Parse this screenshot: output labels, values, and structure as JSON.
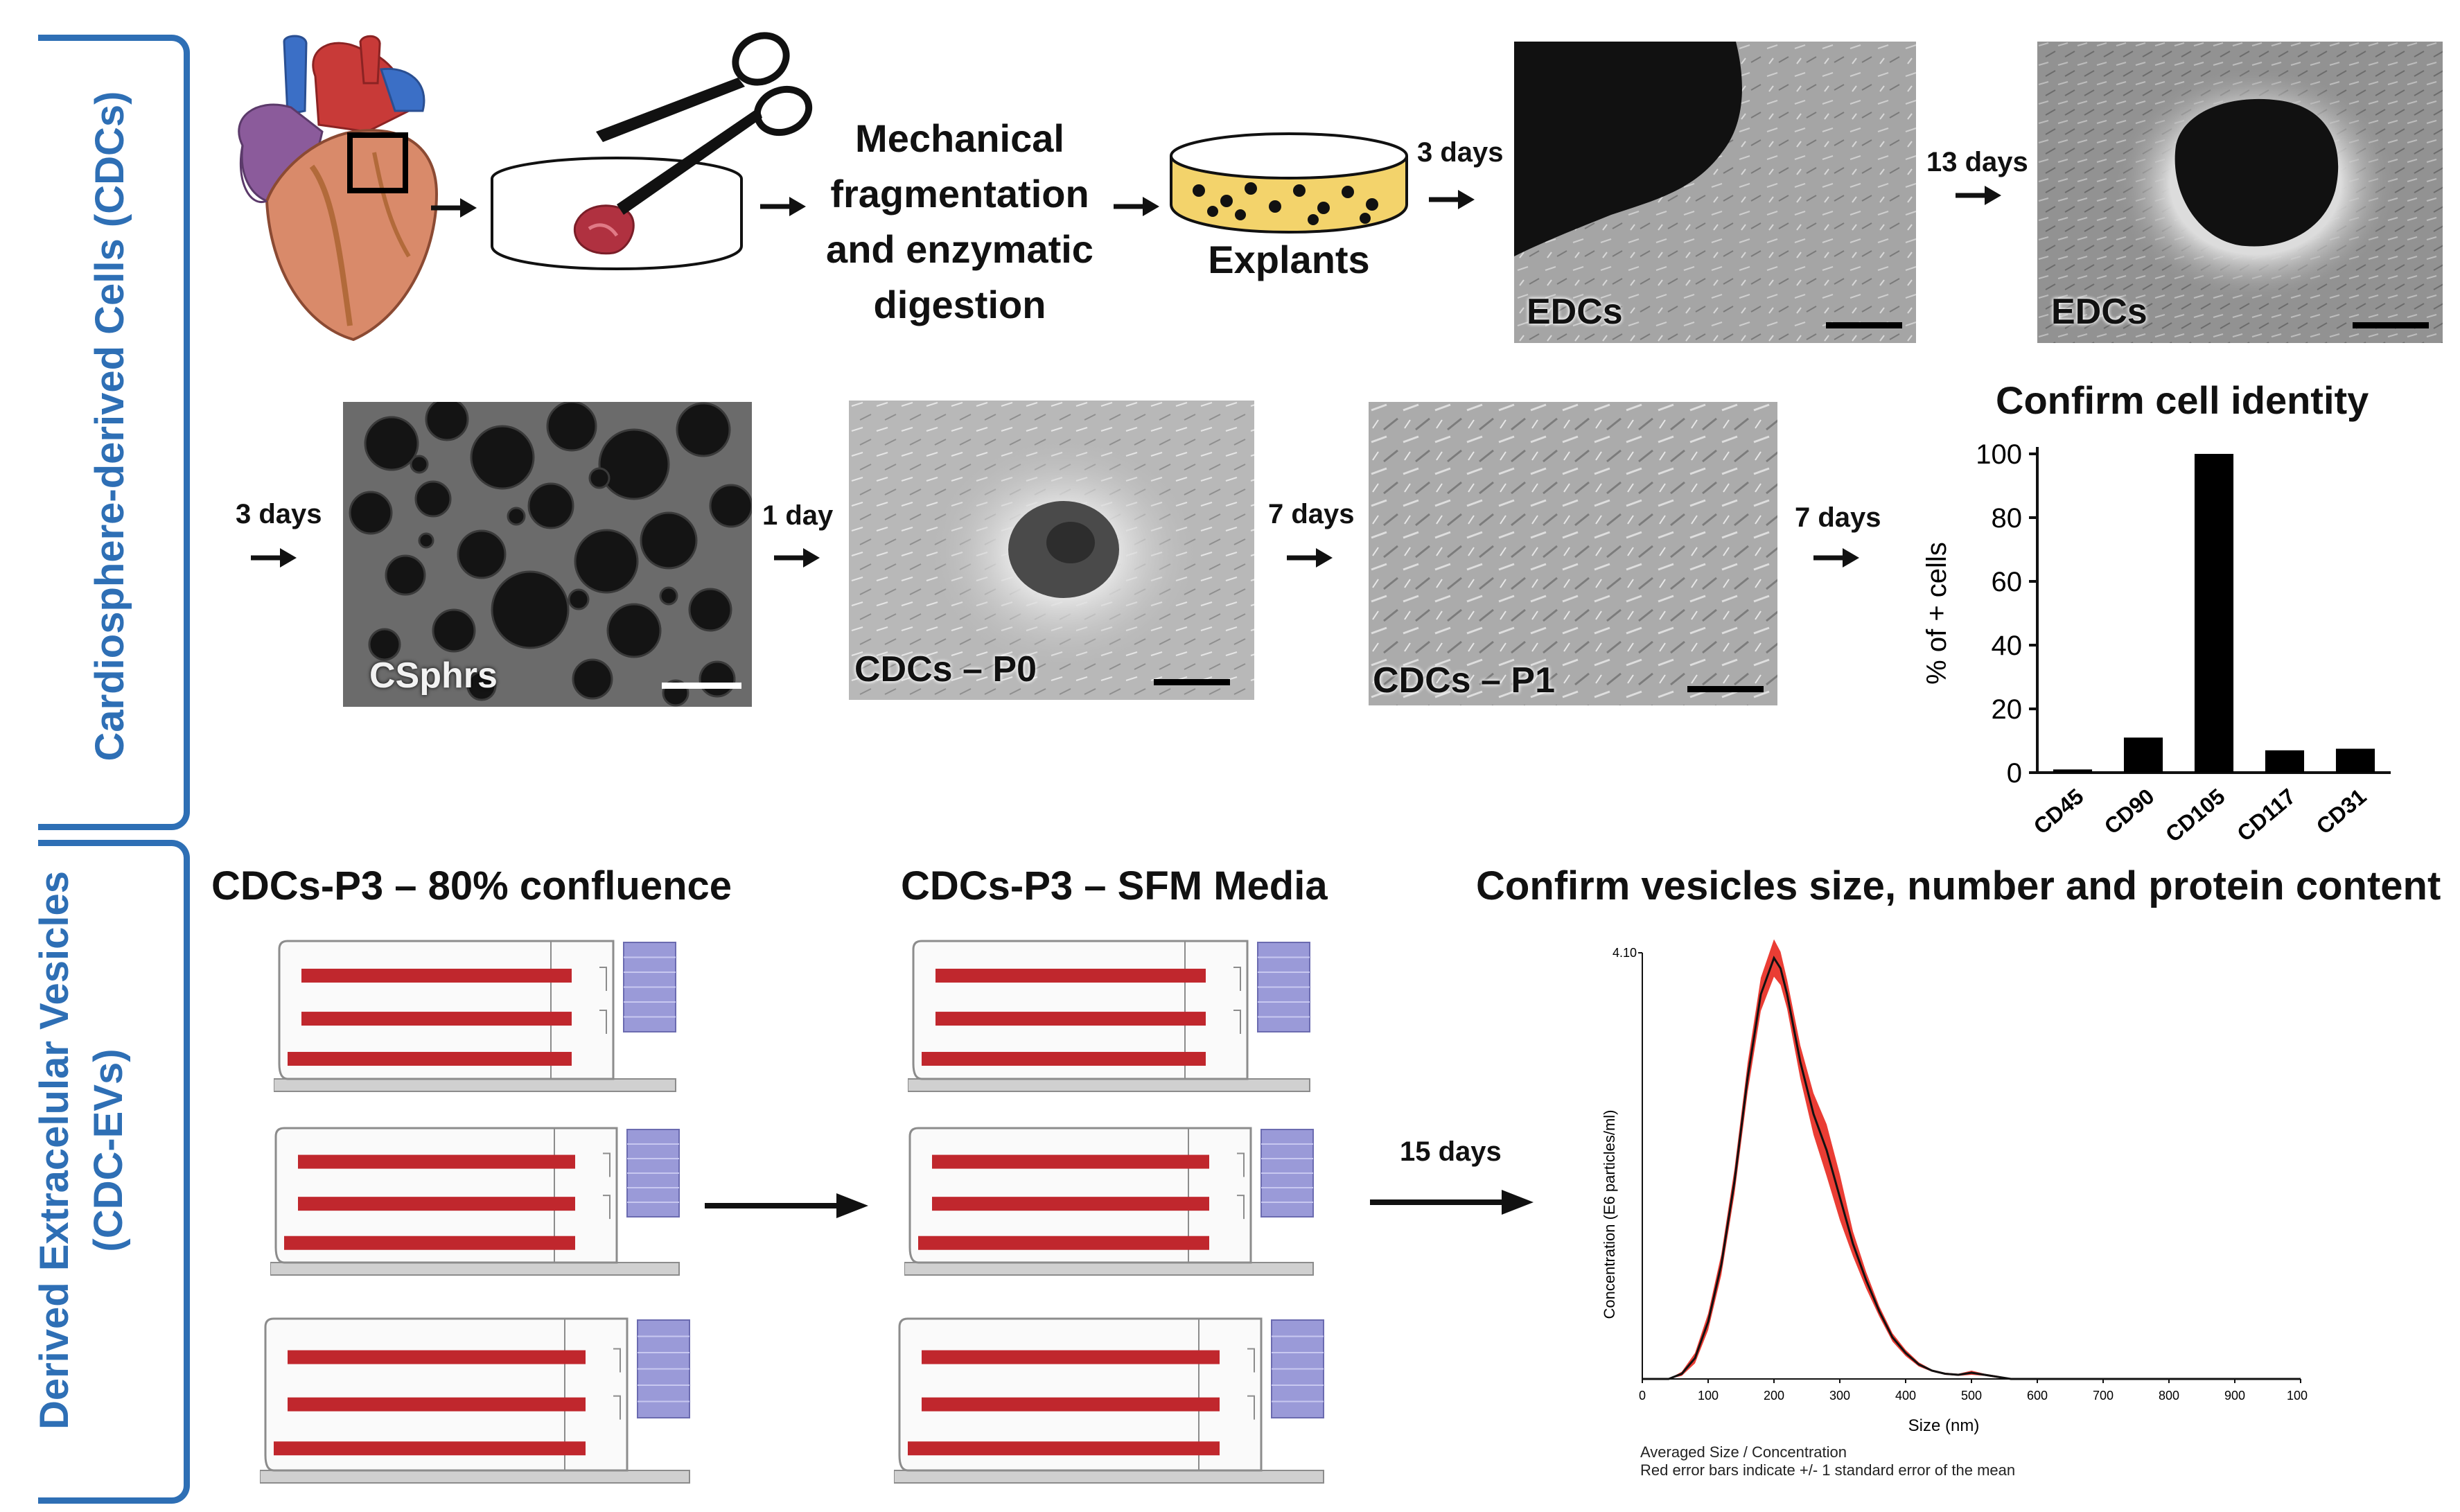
{
  "side_labels": {
    "top": "Cardiosphere-derived Cells (CDCs)",
    "bottom_line1": "Derived Extracelular Vesicles",
    "bottom_line2": "(CDC-EVs)"
  },
  "row1": {
    "step_text_lines": [
      "Mechanical",
      "fragmentation",
      "and enzymatic",
      "digestion"
    ],
    "explants_label": "Explants",
    "day_3": "3 days",
    "day_13": "13 days",
    "edc1_label": "EDCs",
    "edc2_label": "EDCs"
  },
  "row2": {
    "day_3": "3 days",
    "day_1": "1 day",
    "day_7a": "7 days",
    "day_7b": "7 days",
    "csphrs_label": "CSphrs",
    "p0_label": "CDCs – P0",
    "p1_label": "CDCs – P1"
  },
  "row3": {
    "title_left": "CDCs-P3 – 80% confluence",
    "title_mid": "CDCs-P3 – SFM Media",
    "title_right": "Confirm vesicles size, number and protein content",
    "day_15": "15 days"
  },
  "colors": {
    "accent_blue": "#2e6fb5",
    "flask_red": "#c0272d",
    "filter_purple": "#9a9ad8",
    "curve_red": "#e8281e"
  },
  "icons": {
    "heart": "heart-icon",
    "petri_dish": "petri-dish-icon",
    "scissors": "scissors-icon",
    "flask": "culture-flask-icon"
  },
  "chart_data": [
    {
      "type": "bar",
      "title": "Confirm cell identity",
      "ylabel": "% of + cells",
      "xlabel": "",
      "categories": [
        "CD45",
        "CD90",
        "CD105",
        "CD117",
        "CD31"
      ],
      "values": [
        1,
        11,
        100,
        7,
        7.5
      ],
      "ylim": [
        0,
        100
      ],
      "yticks": [
        0,
        20,
        40,
        60,
        80,
        100
      ],
      "grid": false,
      "bar_color": "#000000"
    },
    {
      "type": "line",
      "title": "",
      "xlabel": "Size (nm)",
      "ylabel": "Concentration (E6 particles/ml)",
      "xlim": [
        0,
        1000
      ],
      "ylim": [
        0,
        4.1
      ],
      "xticks": [
        0,
        100,
        200,
        300,
        400,
        500,
        600,
        700,
        800,
        900,
        1000
      ],
      "ytick_labels": [
        "4.10"
      ],
      "x": [
        0,
        40,
        60,
        80,
        100,
        120,
        140,
        160,
        180,
        200,
        210,
        220,
        240,
        260,
        280,
        300,
        320,
        340,
        360,
        380,
        400,
        420,
        440,
        460,
        480,
        500,
        520,
        540,
        560,
        600,
        700,
        800,
        900,
        1000
      ],
      "y": [
        0,
        0,
        0.05,
        0.2,
        0.55,
        1.1,
        1.9,
        2.9,
        3.7,
        4.05,
        3.95,
        3.7,
        3.05,
        2.55,
        2.2,
        1.75,
        1.3,
        0.95,
        0.65,
        0.4,
        0.25,
        0.14,
        0.08,
        0.05,
        0.04,
        0.06,
        0.04,
        0.02,
        0.0,
        0,
        0,
        0,
        0,
        0
      ],
      "error": [
        0,
        0,
        0.02,
        0.05,
        0.08,
        0.1,
        0.12,
        0.14,
        0.16,
        0.18,
        0.16,
        0.14,
        0.16,
        0.2,
        0.25,
        0.22,
        0.12,
        0.08,
        0.05,
        0.04,
        0.03,
        0.02,
        0.01,
        0.01,
        0.01,
        0.02,
        0.01,
        0.01,
        0,
        0,
        0,
        0,
        0,
        0
      ],
      "caption_lines": [
        "Averaged Size / Concentration",
        "Red error bars indicate +/- 1 standard error of the mean"
      ]
    }
  ]
}
